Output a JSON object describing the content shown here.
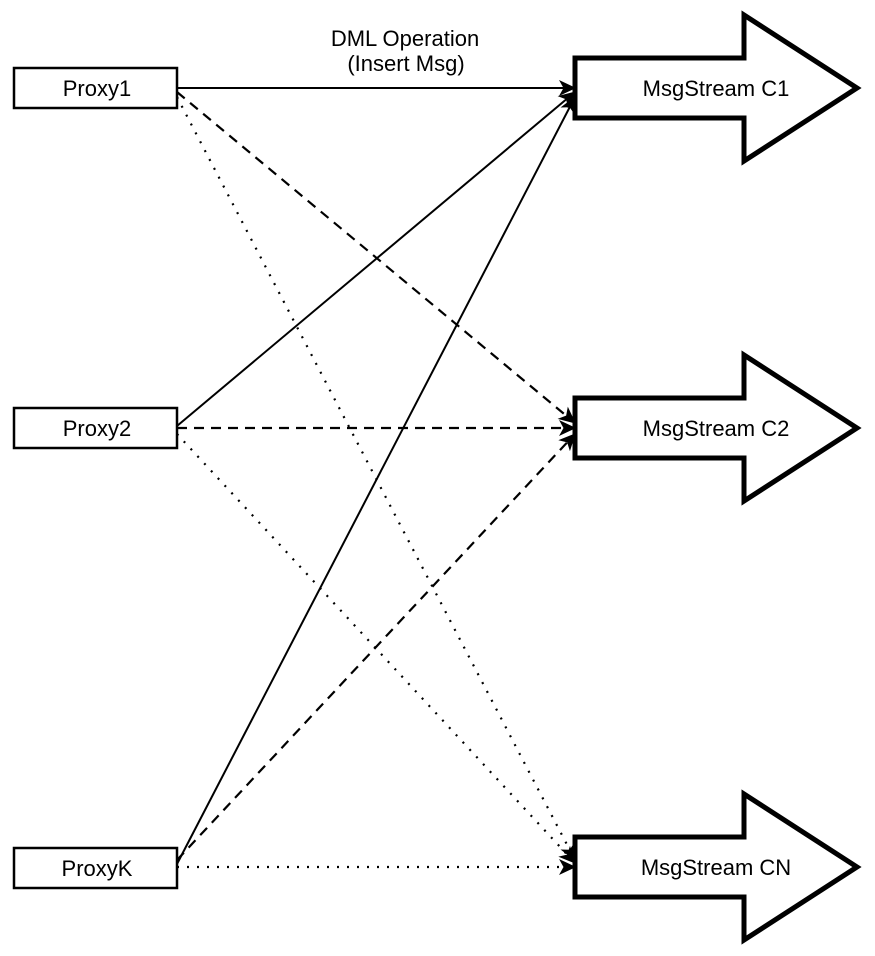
{
  "colors": {
    "ink": "#000000",
    "background": "#ffffff"
  },
  "annotation": {
    "line1": "DML Operation",
    "line2": "(Insert Msg)"
  },
  "proxies": [
    {
      "label": "Proxy1"
    },
    {
      "label": "Proxy2"
    },
    {
      "label": "ProxyK"
    }
  ],
  "streams": [
    {
      "label": "MsgStream C1",
      "incoming_line_style": "solid"
    },
    {
      "label": "MsgStream C2",
      "incoming_line_style": "dashed"
    },
    {
      "label": "MsgStream CN",
      "incoming_line_style": "dotted"
    }
  ],
  "connections": [
    {
      "from": "Proxy1",
      "to": "MsgStream C1",
      "style": "solid"
    },
    {
      "from": "Proxy2",
      "to": "MsgStream C1",
      "style": "solid"
    },
    {
      "from": "ProxyK",
      "to": "MsgStream C1",
      "style": "solid"
    },
    {
      "from": "Proxy1",
      "to": "MsgStream C2",
      "style": "dashed"
    },
    {
      "from": "Proxy2",
      "to": "MsgStream C2",
      "style": "dashed"
    },
    {
      "from": "ProxyK",
      "to": "MsgStream C2",
      "style": "dashed"
    },
    {
      "from": "Proxy1",
      "to": "MsgStream CN",
      "style": "dotted"
    },
    {
      "from": "Proxy2",
      "to": "MsgStream CN",
      "style": "dotted"
    },
    {
      "from": "ProxyK",
      "to": "MsgStream CN",
      "style": "dotted"
    }
  ]
}
